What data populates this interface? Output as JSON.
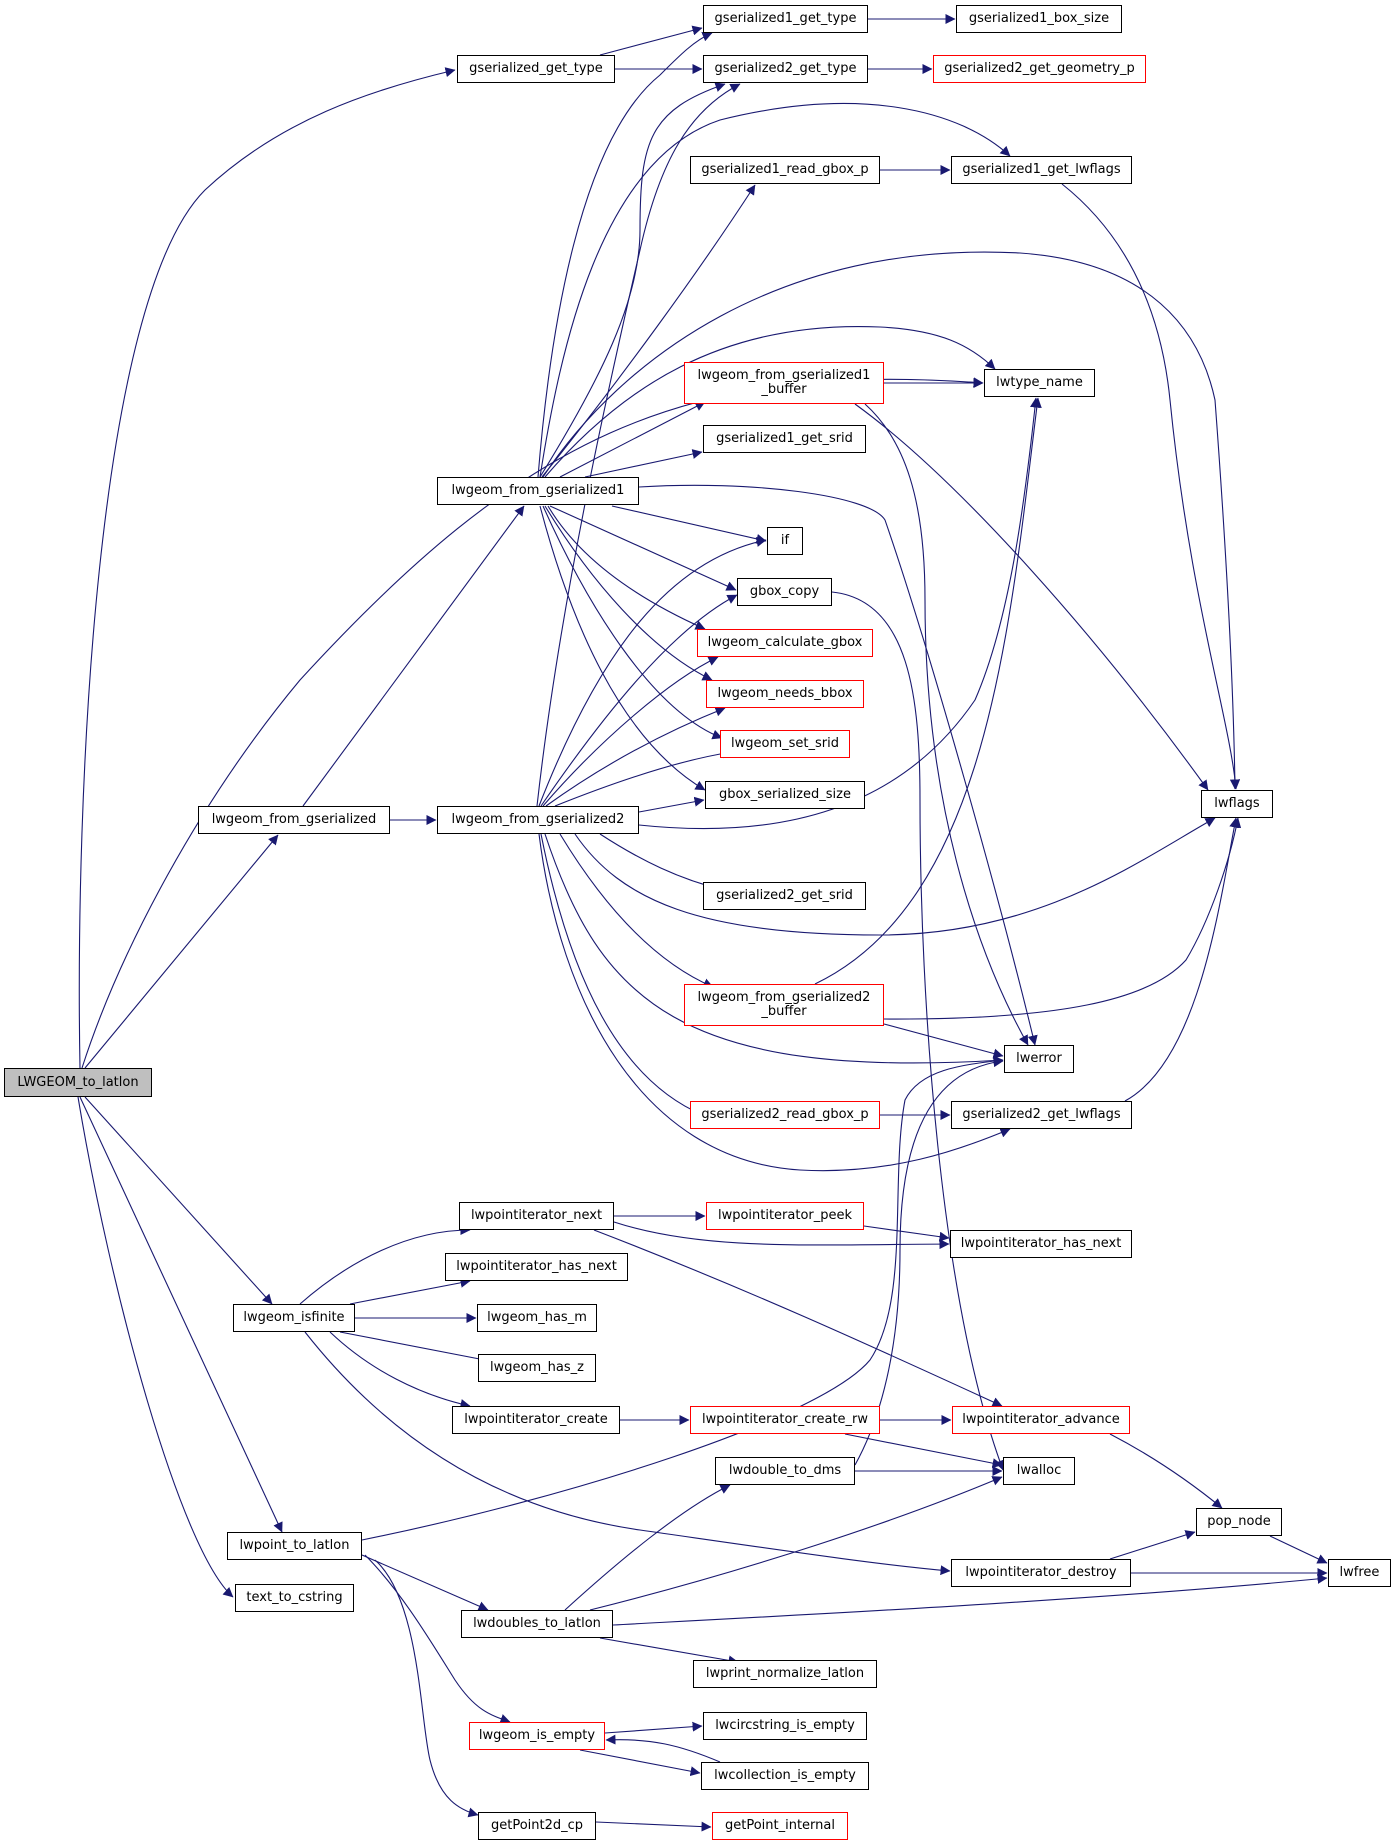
{
  "colors": {
    "edge": "#191970",
    "node_border": "#000000",
    "node_border_incomplete": "#ff0000",
    "root_fill": "#bfbfbf",
    "background": "#ffffff"
  },
  "nodes": {
    "LWGEOM_to_latlon": "LWGEOM_to_latlon",
    "gserialized_get_type": "gserialized_get_type",
    "gserialized1_get_type": "gserialized1_get_type",
    "gserialized1_box_size": "gserialized1_box_size",
    "gserialized2_get_type": "gserialized2_get_type",
    "gserialized2_get_geometry_p": "gserialized2_get_geometry_p",
    "gserialized1_read_gbox_p": "gserialized1_read_gbox_p",
    "gserialized1_get_lwflags": "gserialized1_get_lwflags",
    "lwgeom_from_gserialized1_buffer": "lwgeom_from_gserialized1\n_buffer",
    "lwtype_name": "lwtype_name",
    "gserialized1_get_srid": "gserialized1_get_srid",
    "lwgeom_from_gserialized1": "lwgeom_from_gserialized1",
    "if": "if",
    "gbox_copy": "gbox_copy",
    "lwgeom_calculate_gbox": "lwgeom_calculate_gbox",
    "lwgeom_needs_bbox": "lwgeom_needs_bbox",
    "lwgeom_set_srid": "lwgeom_set_srid",
    "gbox_serialized_size": "gbox_serialized_size",
    "lwflags": "lwflags",
    "lwgeom_from_gserialized": "lwgeom_from_gserialized",
    "lwgeom_from_gserialized2": "lwgeom_from_gserialized2",
    "gserialized2_get_srid": "gserialized2_get_srid",
    "lwgeom_from_gserialized2_buffer": "lwgeom_from_gserialized2\n_buffer",
    "lwerror": "lwerror",
    "gserialized2_read_gbox_p": "gserialized2_read_gbox_p",
    "gserialized2_get_lwflags": "gserialized2_get_lwflags",
    "lwpointiterator_next": "lwpointiterator_next",
    "lwpointiterator_peek": "lwpointiterator_peek",
    "lwpointiterator_has_next_2": "lwpointiterator_has_next",
    "lwpointiterator_has_next_1": "lwpointiterator_has_next",
    "lwgeom_isfinite": "lwgeom_isfinite",
    "lwgeom_has_m": "lwgeom_has_m",
    "lwgeom_has_z": "lwgeom_has_z",
    "lwpointiterator_create": "lwpointiterator_create",
    "lwpointiterator_create_rw": "lwpointiterator_create_rw",
    "lwpointiterator_advance": "lwpointiterator_advance",
    "lwdouble_to_dms": "lwdouble_to_dms",
    "lwalloc": "lwalloc",
    "pop_node": "pop_node",
    "lwpoint_to_latlon": "lwpoint_to_latlon",
    "lwpointiterator_destroy": "lwpointiterator_destroy",
    "lwfree": "lwfree",
    "text_to_cstring": "text_to_cstring",
    "lwdoubles_to_latlon": "lwdoubles_to_latlon",
    "lwprint_normalize_latlon": "lwprint_normalize_latlon",
    "lwgeom_is_empty": "lwgeom_is_empty",
    "lwcircstring_is_empty": "lwcircstring_is_empty",
    "lwcollection_is_empty": "lwcollection_is_empty",
    "getPoint2d_cp": "getPoint2d_cp",
    "getPoint_internal": "getPoint_internal"
  }
}
